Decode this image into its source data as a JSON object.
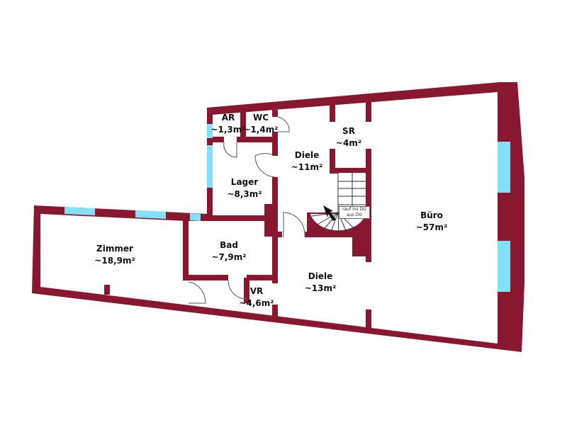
{
  "colors": {
    "wall": "#8a1730",
    "window": "#80e1f9",
    "door": "#555555"
  },
  "rooms": [
    {
      "name": "AR",
      "area": "~1,3m²"
    },
    {
      "name": "WC",
      "area": "~1,4m²"
    },
    {
      "name": "SR",
      "area": "~4m²"
    },
    {
      "name": "Diele",
      "area": "~11m²"
    },
    {
      "name": "Lager",
      "area": "~8,3m²"
    },
    {
      "name": "Büro",
      "area": "~57m²"
    },
    {
      "name": "Zimmer",
      "area": "~18,9m²"
    },
    {
      "name": "Bad",
      "area": "~7,9m²"
    },
    {
      "name": "Diele",
      "area": "~13m²"
    },
    {
      "name": "VR",
      "area": "~4,6m²"
    }
  ],
  "stairs": {
    "line1": "rauf ins DG",
    "line2": "aus OG"
  }
}
